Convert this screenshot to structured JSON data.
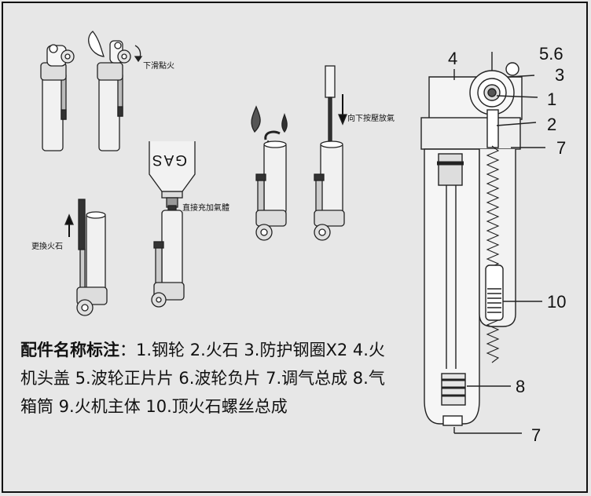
{
  "steps": {
    "slide_ignite": "下滑點火",
    "gas_label": "GAS",
    "direct_fill": "直接充加氣體",
    "press_release": "向下按壓放氣",
    "replace_flint": "更換火石"
  },
  "callouts": {
    "c4": "4",
    "c56": "5.6",
    "c3": "3",
    "c1": "1",
    "c2": "2",
    "c7_top": "7",
    "c10": "10",
    "c8": "8",
    "c7_bottom": "7"
  },
  "parts": {
    "title": "配件名称标注",
    "separator": "：",
    "list": "1.钢轮 2.火石 3.防护钢圈X2 4.火机头盖 5.波轮正片片 6.波轮负片 7.调气总成 8.气箱筒 9.火机主体 10.顶火石螺丝总成"
  }
}
